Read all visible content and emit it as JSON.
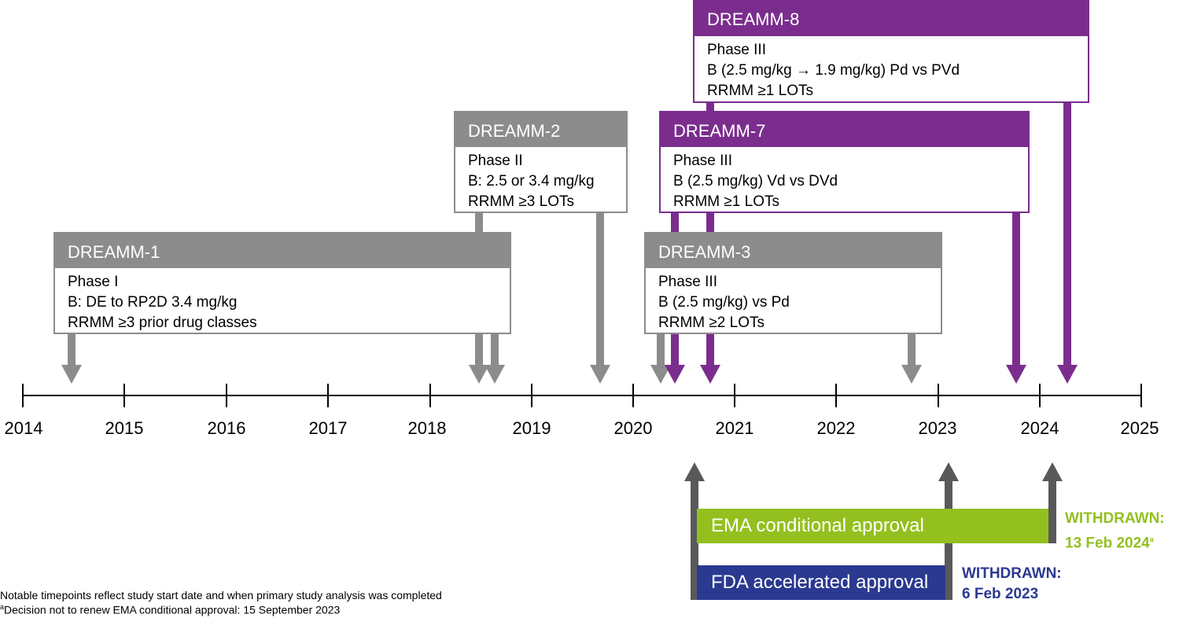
{
  "colors": {
    "grey": "#8c8c8c",
    "purple": "#7b2d8e",
    "green": "#93c01f",
    "navy": "#2b3990",
    "dark_grey": "#595959",
    "withdrawn_green": "#93c01f",
    "withdrawn_navy": "#2b3990"
  },
  "timeline": {
    "years": [
      "2014",
      "2015",
      "2016",
      "2017",
      "2018",
      "2019",
      "2020",
      "2021",
      "2022",
      "2023",
      "2024",
      "2025"
    ]
  },
  "trials": {
    "dreamm1": {
      "name": "DREAMM-1",
      "line1": "Phase I",
      "line2": "B: DE to RP2D 3.4 mg/kg",
      "line3": "RRMM ≥3 prior drug classes"
    },
    "dreamm2": {
      "name": "DREAMM-2",
      "line1": "Phase II",
      "line2": "B: 2.5 or 3.4 mg/kg",
      "line3": "RRMM ≥3 LOTs"
    },
    "dreamm3": {
      "name": "DREAMM-3",
      "line1": "Phase III",
      "line2": "B (2.5 mg/kg) vs Pd",
      "line3": "RRMM ≥2 LOTs"
    },
    "dreamm7": {
      "name": "DREAMM-7",
      "line1": "Phase III",
      "line2": "B (2.5 mg/kg) Vd vs DVd",
      "line3": "RRMM ≥1 LOTs"
    },
    "dreamm8": {
      "name": "DREAMM-8",
      "line1": "Phase III",
      "line2": "B (2.5 mg/kg → 1.9 mg/kg) Pd vs PVd",
      "line3": "RRMM ≥1 LOTs"
    }
  },
  "approvals": {
    "ema": {
      "label": "EMA conditional approval",
      "withdrawn_line1": "WITHDRAWN:",
      "withdrawn_line2": "13 Feb 2024",
      "footnote_mark": "a"
    },
    "fda": {
      "label": "FDA accelerated approval",
      "withdrawn_line1": "WITHDRAWN:",
      "withdrawn_line2": "6 Feb 2023"
    }
  },
  "footnotes": {
    "note1": "Notable timepoints reflect study start date and when primary study analysis was completed",
    "note2_mark": "a",
    "note2": "Decision not to renew EMA conditional approval: 15 September 2023"
  }
}
